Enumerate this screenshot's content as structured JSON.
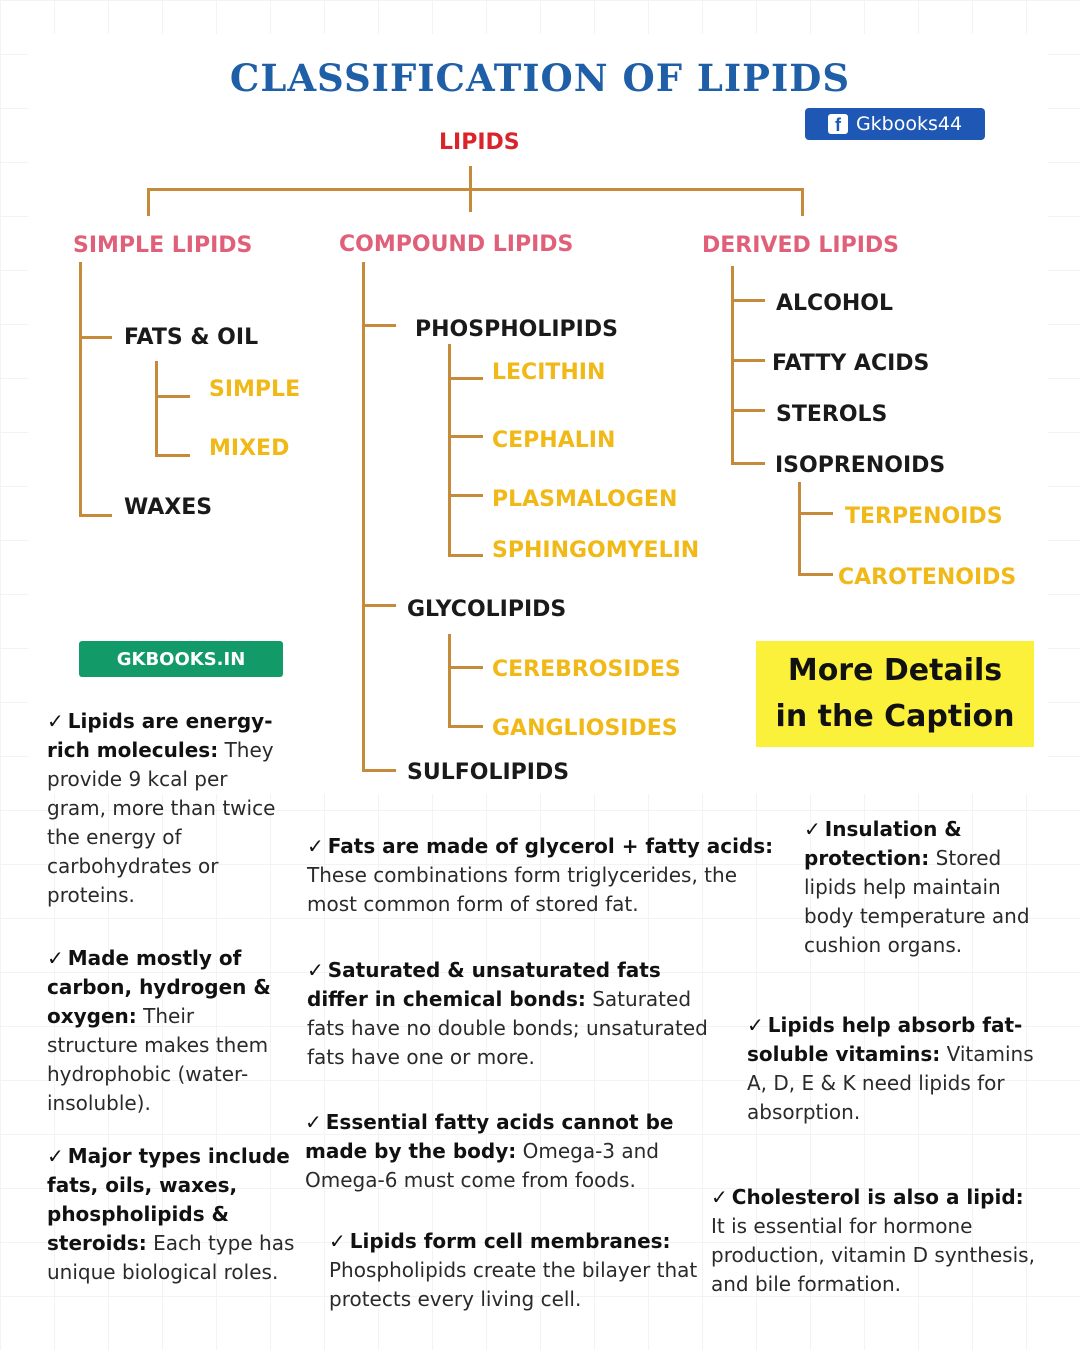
{
  "title": "CLASSIFICATION OF LIPIDS",
  "facebook_handle": "Gkbooks44",
  "diagram": {
    "root": "LIPIDS",
    "simple": {
      "label": "SIMPLE LIPIDS",
      "fats": "FATS & OIL",
      "simple": "SIMPLE",
      "mixed": "MIXED",
      "waxes": "WAXES"
    },
    "compound": {
      "label": "COMPOUND LIPIDS",
      "phospholipids": "PHOSPHOLIPIDS",
      "lecithin": "LECITHIN",
      "cephalin": "CEPHALIN",
      "plasmalogen": "PLASMALOGEN",
      "sphingomyelin": "SPHINGOMYELIN",
      "glycolipids": "GLYCOLIPIDS",
      "cerebrosides": "CEREBROSIDES",
      "gangliosides": "GANGLIOSIDES",
      "sulfolipids": "SULFOLIPIDS"
    },
    "derived": {
      "label": "DERIVED LIPIDS",
      "alcohol": "ALCOHOL",
      "fatty_acids": "FATTY ACIDS",
      "sterols": "STEROLS",
      "isoprenoids": "ISOPRENOIDS",
      "terpenoids": "TERPENOIDS",
      "carotenoids": "CAROTENOIDS"
    }
  },
  "site_button": "GKBOOKS.IN",
  "callout": "More Details in the Caption",
  "check_mark": "✓",
  "facts": [
    {
      "heading": "Lipids are energy-rich molecules:",
      "body": "They provide 9 kcal per gram, more than twice the energy of carbohydrates or proteins."
    },
    {
      "heading": "Made mostly of carbon, hydrogen & oxygen:",
      "body": "Their structure makes them hydrophobic (water-insoluble)."
    },
    {
      "heading": "Major types include fats, oils, waxes, phospholipids & steroids:",
      "body": "Each type has unique biological roles."
    },
    {
      "heading": "Fats are made of glycerol + fatty acids:",
      "body": "These combinations form triglycerides, the most common form of stored fat."
    },
    {
      "heading": "Saturated & unsaturated fats differ in chemical bonds:",
      "body": "Saturated fats have no double bonds; unsaturated fats have one or more."
    },
    {
      "heading": "Essential fatty acids cannot be made by the body:",
      "body": "Omega-3 and Omega-6 must come from foods."
    },
    {
      "heading": "Lipids form cell membranes:",
      "body": "Phospholipids create the bilayer that protects every living cell."
    },
    {
      "heading": "Insulation & protection:",
      "body": "Stored lipids help maintain body temperature and cushion organs."
    },
    {
      "heading": "Lipids help absorb fat-soluble vitamins:",
      "body": "Vitamins A, D, E & K need lipids for absorption."
    },
    {
      "heading": "Cholesterol is also a lipid:",
      "body": "It is essential for hormone production, vitamin D synthesis, and bile formation."
    }
  ],
  "colors": {
    "title": "#1f5fa8",
    "root": "#d8242a",
    "category": "#e0607a",
    "subtype": "#f0b918",
    "connector": "#c58a3a",
    "callout_bg": "#fbf03a",
    "site_button_bg": "#129a68",
    "facebook_bg": "#1f57b5"
  },
  "icons": {
    "facebook": "facebook-icon",
    "check": "check-icon"
  }
}
